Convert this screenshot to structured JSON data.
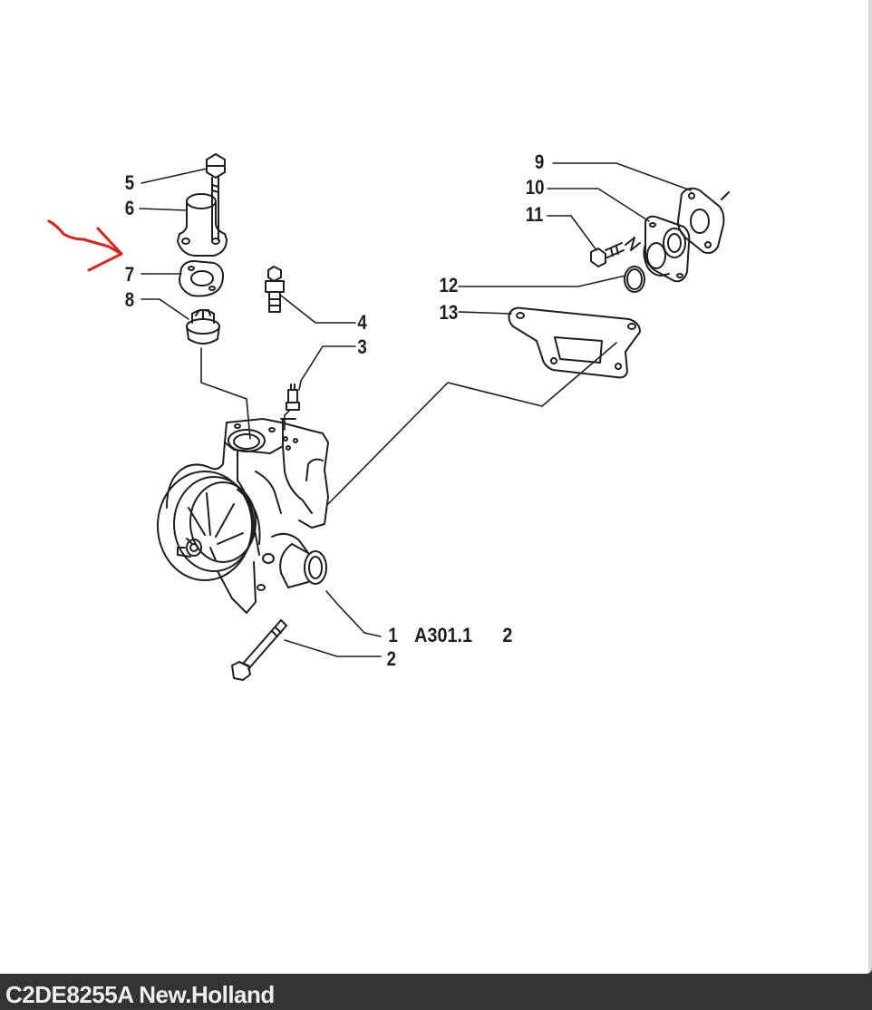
{
  "diagram": {
    "callouts": [
      "1",
      "2",
      "3",
      "4",
      "5",
      "6",
      "7",
      "8",
      "9",
      "10",
      "11",
      "12",
      "13"
    ],
    "reference": "A301.1",
    "sheet": "2"
  },
  "footer": {
    "caption": "C2DE8255A New.Holland"
  },
  "colors": {
    "background": "#ffffff",
    "line": "#1e1e1e",
    "annotation": "#e0201c",
    "footer_bg": "#343434",
    "footer_text": "#eeeeee"
  }
}
